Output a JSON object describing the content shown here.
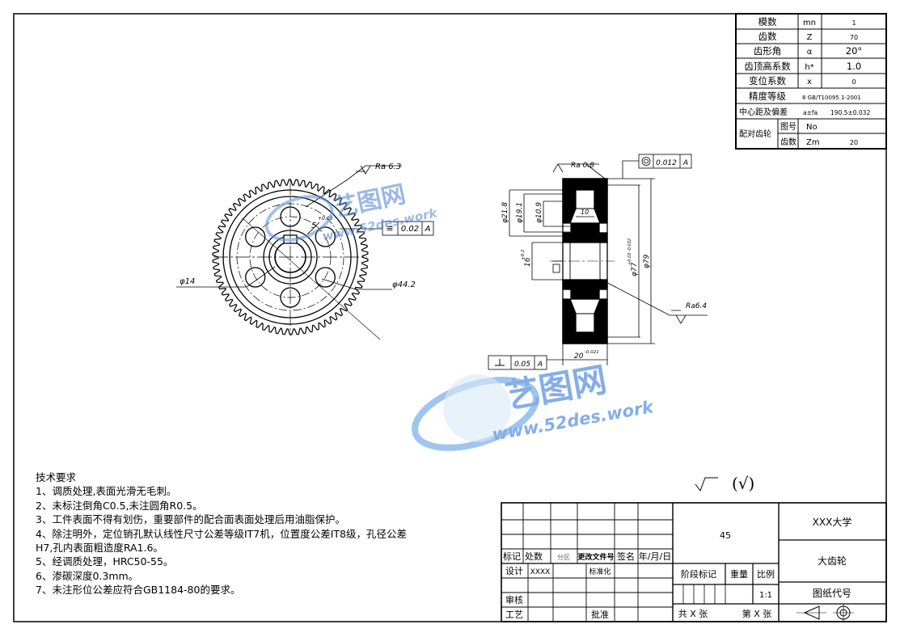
{
  "params": {
    "rows": [
      {
        "label": "模数",
        "sym": "mn",
        "val": "1"
      },
      {
        "label": "齿数",
        "sym": "Z",
        "val": "70"
      },
      {
        "label": "齿形角",
        "sym": "α",
        "val": "20°"
      },
      {
        "label": "齿顶高系数",
        "sym": "h*",
        "val": "1.0"
      },
      {
        "label": "变位系数",
        "sym": "x",
        "val": "0"
      }
    ],
    "precision_label": "精度等级",
    "precision_val": "8  GB/T10095.1-2001",
    "center_label": "中心距及偏差",
    "center_sym": "a±fa",
    "center_val": "190.5±0.032",
    "mating_label": "配对齿轮",
    "mating_no_label": "图号",
    "mating_no_val": "No",
    "mating_teeth_label": "齿数",
    "mating_teeth_sym": "Zm",
    "mating_teeth_val": "20"
  },
  "left_view": {
    "ra": "Ra 6.3",
    "tol_sym": "≡",
    "tol_val": "0.02",
    "tol_ref": "A",
    "dim_key": "5",
    "dim_key_tol": "+0.03",
    "dim_hole": "φ14",
    "dim_pcd": "φ44.2"
  },
  "right_view": {
    "ra_top": "Ra 0.8",
    "runout_val": "0.012",
    "runout_ref": "A",
    "dim_d1": "φ21.8",
    "dim_d2": "φ19.1",
    "dim_d3": "φ10.9",
    "dim_w": "10",
    "dim_bore": "16",
    "dim_bore_tol": "+0.2",
    "dim_d4": "φ77",
    "dim_d4_tol": "+0.03 -0.032",
    "dim_d5": "φ79",
    "ra_right": "Ra6.4",
    "perp_val": "0.05",
    "perp_ref": "A",
    "dim_width": "20",
    "dim_width_tol": "-0.021"
  },
  "watermark": {
    "name": "艺图网",
    "url": "www.52des.work"
  },
  "tech_req": {
    "title": "技术要求",
    "items": [
      "1、调质处理,表面光滑无毛刺。",
      "2、未标注倒角C0.5,未注圆角R0.5。",
      "3、工件表面不得有划伤，重要部件的配合面表面处理后用油脂保护。",
      "4、除注明外，定位销孔默认线性尺寸公差等级IT7机，位置度公差IT8级，孔径公差",
      "H7,孔内表面粗造度RA1.6。",
      "5、经调质处理，HRC50-55。",
      "6、渗碳深度0.3mm。",
      "7、未注形位公差应符合GB1184-80的要求。"
    ]
  },
  "roughness_note": "(√)",
  "title_block": {
    "h_biaoji": "标记",
    "h_chushu": "处数",
    "h_fenqu": "分区",
    "h_gengai": "更改文件号",
    "h_qianming": "签名",
    "h_date": "年/月/日",
    "design": "设计",
    "designer": "XXXX",
    "standard": "标准化",
    "review": "审核",
    "process": "工艺",
    "approve": "批准",
    "material": "45",
    "stage": "阶段标记",
    "weight": "重量",
    "scale": "比例",
    "scale_val": "1:1",
    "total_sheets": "共 X 张",
    "sheet_no": "第 X 张",
    "university": "XXX大学",
    "part_name": "大齿轮",
    "drawing_no": "图纸代号"
  }
}
